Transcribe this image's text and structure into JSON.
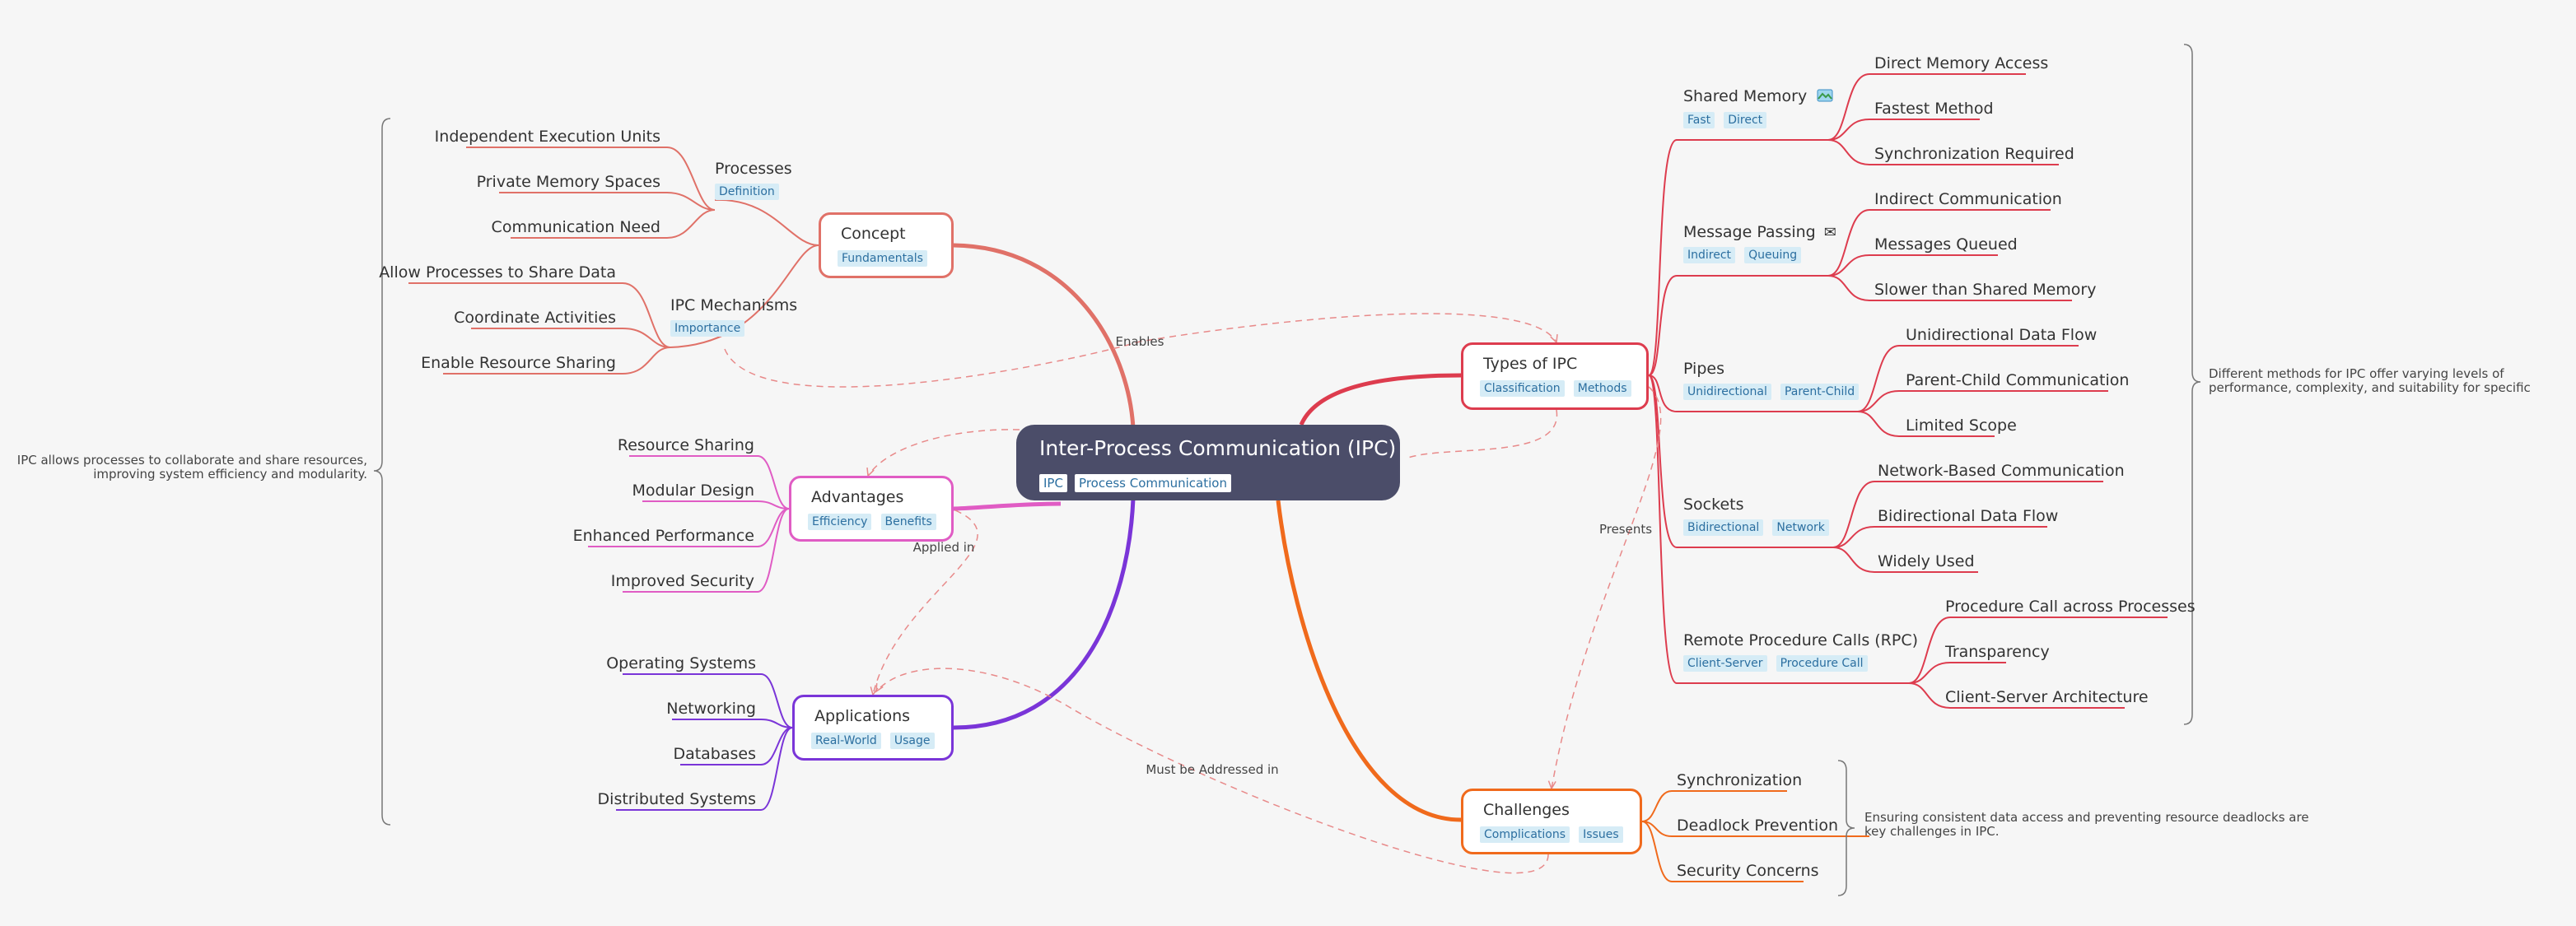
{
  "central": {
    "title": "Inter-Process Communication (IPC)",
    "tags": [
      "IPC",
      "Process Communication"
    ],
    "color": "#4b4d69"
  },
  "concept": {
    "title": "Concept",
    "tags": [
      "Fundamentals"
    ],
    "color": "#e07168",
    "processes": {
      "title": "Processes",
      "tags": [
        "Definition"
      ],
      "items": [
        "Independent Execution Units",
        "Private Memory Spaces",
        "Communication Need"
      ]
    },
    "mechanisms": {
      "title": "IPC Mechanisms",
      "tags": [
        "Importance"
      ],
      "items": [
        "Allow Processes to Share Data",
        "Coordinate Activities",
        "Enable Resource Sharing"
      ]
    }
  },
  "advantages": {
    "title": "Advantages",
    "tags": [
      "Efficiency",
      "Benefits"
    ],
    "color": "#e05cc4",
    "items": [
      "Resource Sharing",
      "Modular Design",
      "Enhanced Performance",
      "Improved Security"
    ]
  },
  "applications": {
    "title": "Applications",
    "tags": [
      "Real-World",
      "Usage"
    ],
    "color": "#7a35d8",
    "items": [
      "Operating Systems",
      "Networking",
      "Databases",
      "Distributed Systems"
    ]
  },
  "types": {
    "title": "Types of IPC",
    "tags": [
      "Classification",
      "Methods"
    ],
    "color": "#dd3c4e",
    "shared_memory": {
      "title": "Shared Memory",
      "icon": "map-icon",
      "tags": [
        "Fast",
        "Direct"
      ],
      "items": [
        "Direct Memory Access",
        "Fastest Method",
        "Synchronization Required"
      ]
    },
    "message_passing": {
      "title": "Message Passing",
      "icon": "envelope-icon",
      "tags": [
        "Indirect",
        "Queuing"
      ],
      "items": [
        "Indirect Communication",
        "Messages Queued",
        "Slower than Shared Memory"
      ]
    },
    "pipes": {
      "title": "Pipes",
      "tags": [
        "Unidirectional",
        "Parent-Child"
      ],
      "items": [
        "Unidirectional Data Flow",
        "Parent-Child Communication",
        "Limited Scope"
      ]
    },
    "sockets": {
      "title": "Sockets",
      "tags": [
        "Bidirectional",
        "Network"
      ],
      "items": [
        "Network-Based Communication",
        "Bidirectional Data Flow",
        "Widely Used"
      ]
    },
    "rpc": {
      "title": "Remote Procedure Calls (RPC)",
      "tags": [
        "Client-Server",
        "Procedure Call"
      ],
      "items": [
        "Procedure Call across Processes",
        "Transparency",
        "Client-Server Architecture"
      ]
    }
  },
  "challenges": {
    "title": "Challenges",
    "tags": [
      "Complications",
      "Issues"
    ],
    "color": "#f06a1c",
    "items": [
      "Synchronization",
      "Deadlock Prevention",
      "Security Concerns"
    ]
  },
  "relations": {
    "enables": "Enables",
    "applied_in": "Applied in",
    "presents": "Presents",
    "must_be_addressed_in": "Must be Addressed in"
  },
  "summaries": {
    "left": "IPC allows processes to collaborate and share resources, improving system efficiency and modularity.",
    "types": "Different methods for IPC offer varying levels of performance, complexity, and suitability for specific scenarios.",
    "challenges": "Ensuring consistent data access and preventing resource deadlocks are key challenges in IPC."
  }
}
